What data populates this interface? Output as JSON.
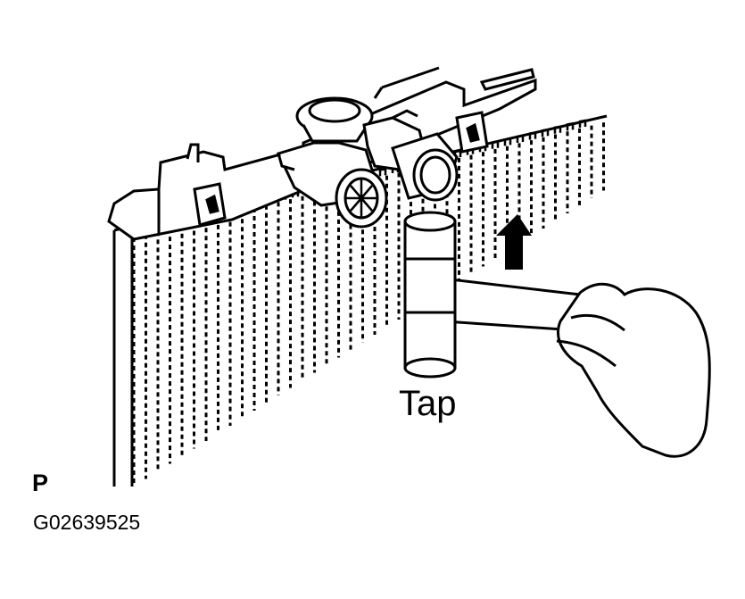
{
  "labels": {
    "tap": "Tap",
    "view_letter": "P",
    "figure_code": "G02639525"
  },
  "colors": {
    "ink": "#000000",
    "paper": "#ffffff"
  },
  "icons": {
    "direction_arrow": "up-arrow-icon",
    "hand": "hand-icon",
    "mallet": "mallet-icon"
  }
}
